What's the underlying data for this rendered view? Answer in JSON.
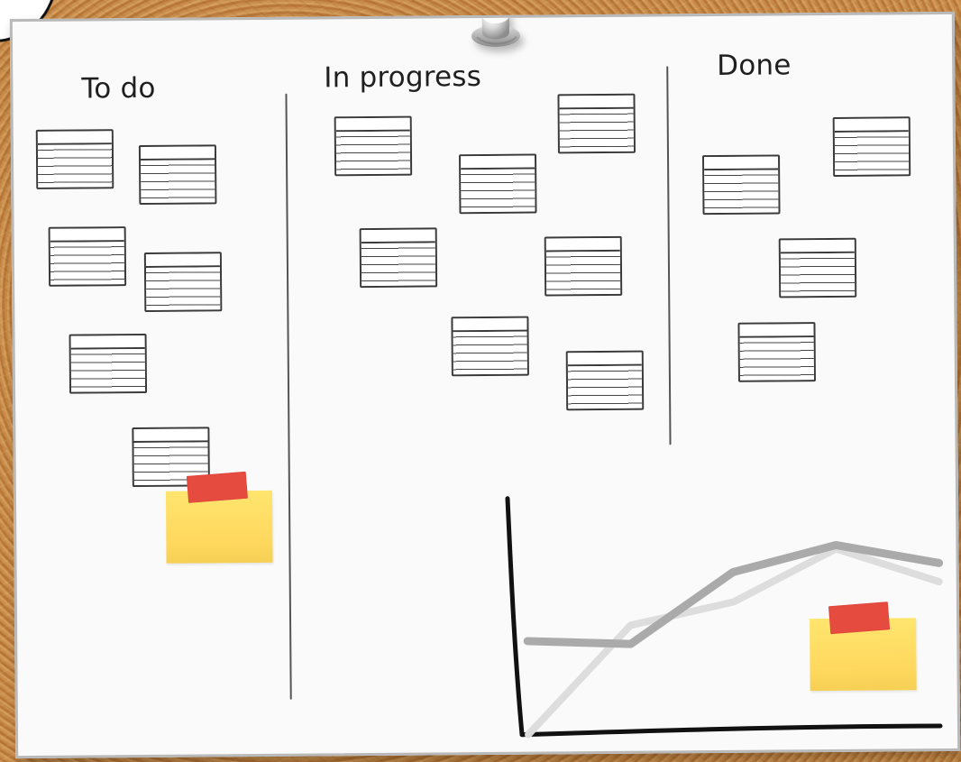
{
  "columns": [
    {
      "title": "To do"
    },
    {
      "title": "In progress"
    },
    {
      "title": "Done"
    }
  ],
  "chart_data": {
    "type": "line",
    "series": [
      {
        "values": [
          0,
          1.45,
          1.75,
          2.45,
          2.0
        ]
      },
      {
        "values": [
          1.25,
          1.2,
          2.15,
          2.5,
          2.25
        ]
      }
    ],
    "x": [
      0,
      1,
      2,
      3,
      4
    ]
  }
}
